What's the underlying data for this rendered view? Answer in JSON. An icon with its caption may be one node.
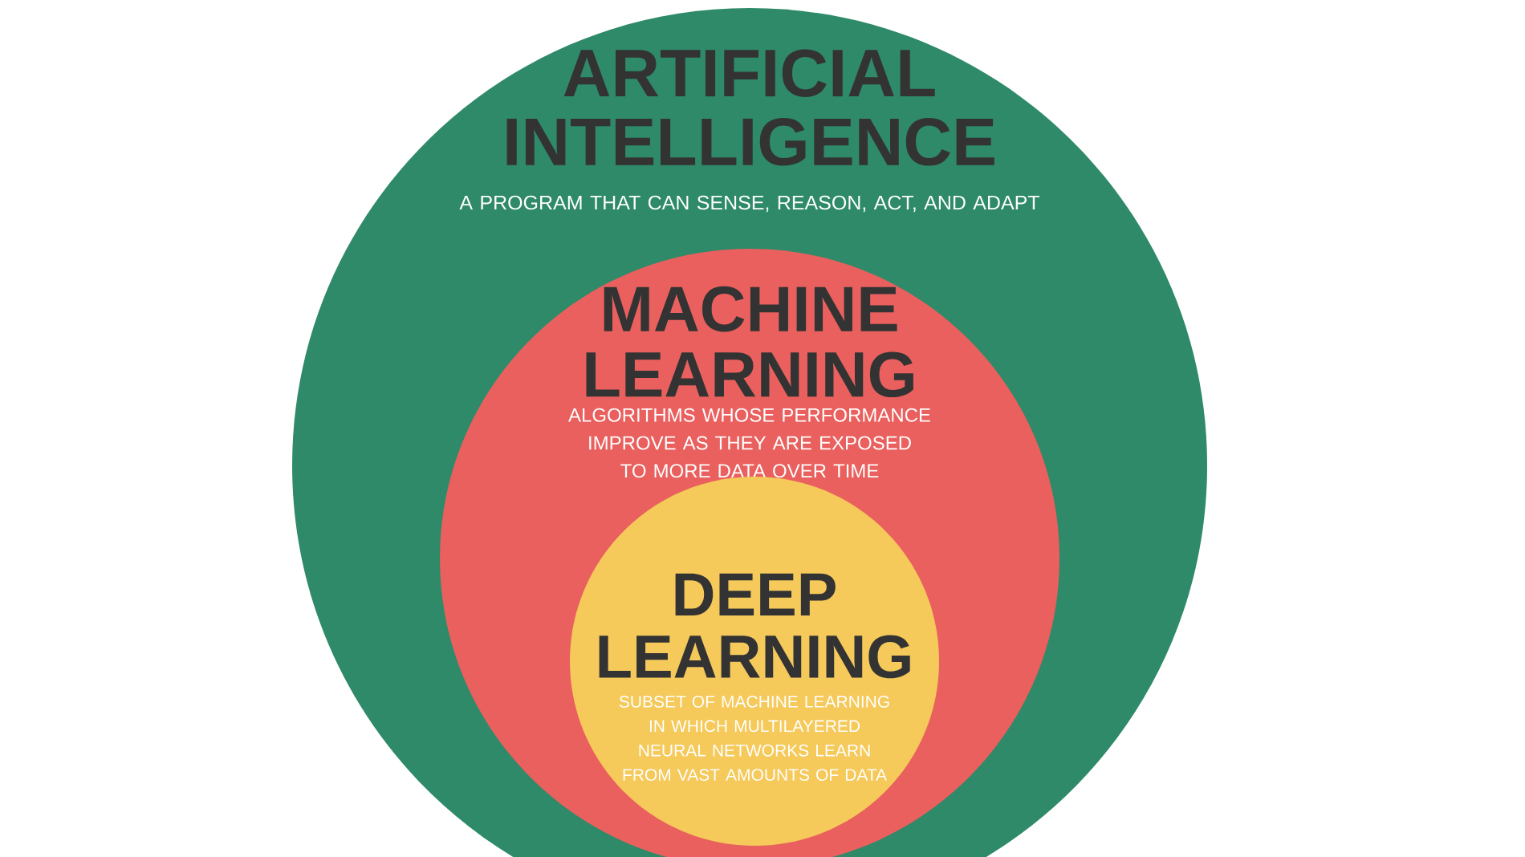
{
  "diagram": {
    "nodes": [
      {
        "text": [
          "ARTIFICIAL INTELLIGENCE",
          "A PROGRAM THAT CAN SENSE, REASON, ACT, AND ADAPT"
        ]
      },
      {
        "text": [
          "MACHINE LEARNING",
          "ALGORITHMS WHOSE PERFORMANCE IMPROVE AS THEY ARE EXPOSED TO MORE DATA OVER TIME"
        ],
        "in": 0
      },
      {
        "text": [
          "DEEP LEARNING",
          "SUBSET OF MACHINE LEARNING IN WHICH MULTILAYERED NEURAL NETWORKS LEARN FROM VAST AMOUNTS OF DATA"
        ],
        "in": 1
      }
    ]
  }
}
